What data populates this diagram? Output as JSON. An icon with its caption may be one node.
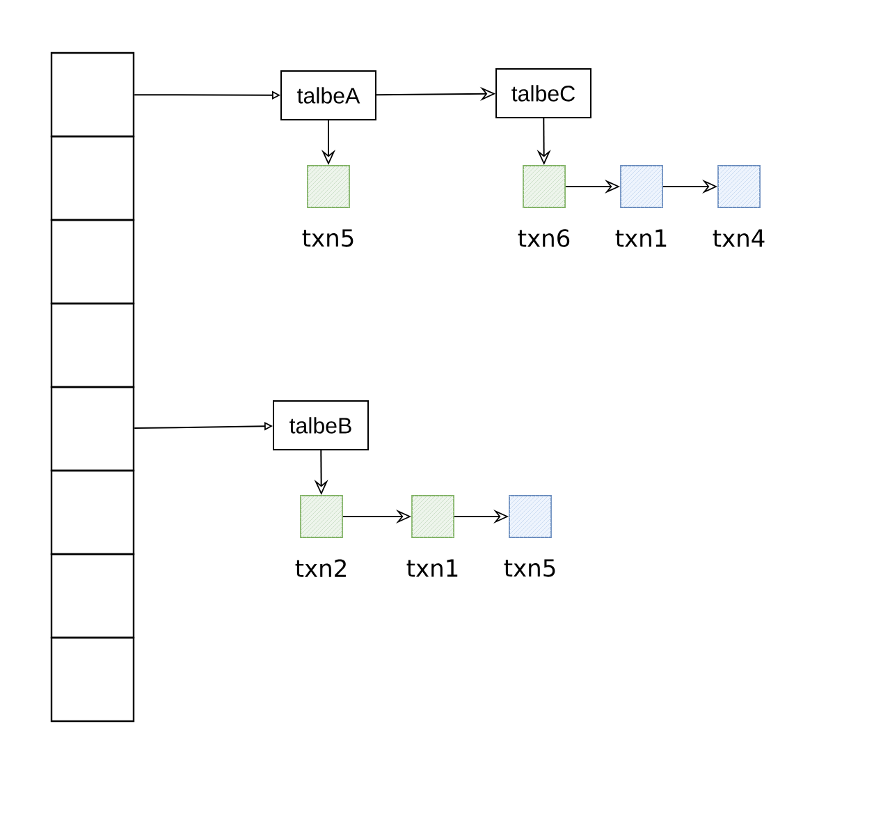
{
  "diagram": {
    "nodes": [
      {
        "text": [],
        "shape": "box"
      },
      {
        "text": [],
        "shape": "box"
      },
      {
        "text": [],
        "shape": "box"
      },
      {
        "text": [],
        "shape": "box"
      },
      {
        "text": [],
        "shape": "box"
      },
      {
        "text": [],
        "shape": "box"
      },
      {
        "text": [],
        "shape": "box"
      },
      {
        "text": [],
        "shape": "box"
      },
      {
        "text": [
          "talbeA"
        ]
      },
      {
        "text": [
          "txn5"
        ]
      },
      {
        "text": [
          "talbeC"
        ]
      },
      {
        "text": [
          "txn6"
        ]
      },
      {
        "text": [
          "txn1"
        ]
      },
      {
        "text": [
          "txn4"
        ]
      },
      {
        "text": [
          "talbeB"
        ]
      },
      {
        "text": [
          "txn2"
        ]
      },
      {
        "text": [
          "txn1"
        ]
      },
      {
        "text": [
          "txn5"
        ]
      }
    ],
    "edges": [
      {
        "from": 0,
        "to": 8,
        "arrow": "to"
      },
      {
        "from": 8,
        "to": 10,
        "arrow": "to"
      },
      {
        "from": 8,
        "to": 9,
        "arrow": "to"
      },
      {
        "from": 10,
        "to": 11,
        "arrow": "to"
      },
      {
        "from": 11,
        "to": 12,
        "arrow": "to"
      },
      {
        "from": 12,
        "to": 13,
        "arrow": "to"
      },
      {
        "from": 4,
        "to": 14,
        "arrow": "to"
      },
      {
        "from": 14,
        "to": 15,
        "arrow": "to"
      },
      {
        "from": 15,
        "to": 16,
        "arrow": "to"
      },
      {
        "from": 16,
        "to": 17,
        "arrow": "to"
      }
    ]
  }
}
